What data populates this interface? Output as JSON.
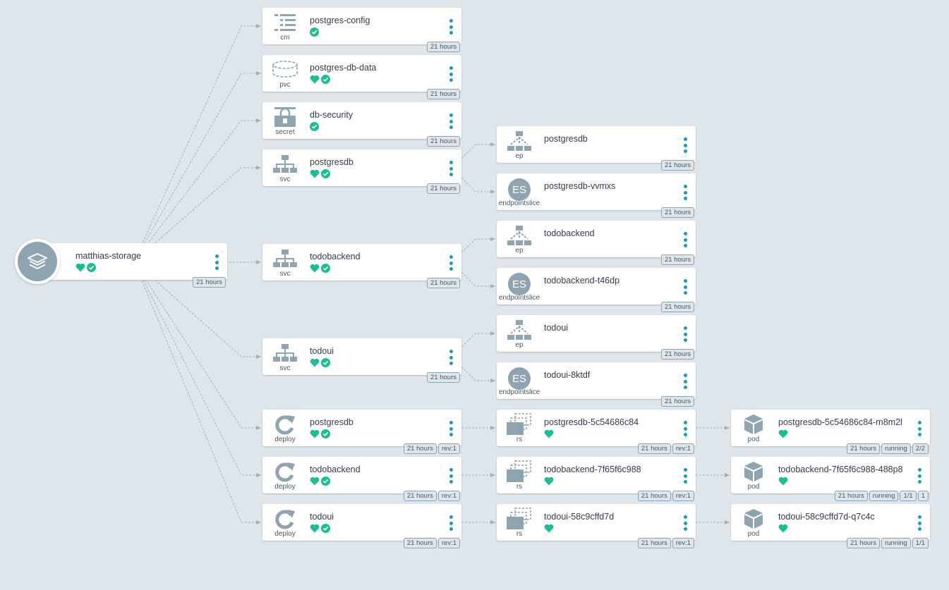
{
  "colors": {
    "background": "#dee6eb",
    "icon": "#8fa4b1",
    "health": "#18be94",
    "menu_dots": "#11a0b6",
    "edge": "#a3b0b8"
  },
  "app": {
    "name": "matthias-storage",
    "icon": "layers-icon",
    "health": true,
    "synced": true,
    "tags": [
      "21 hours"
    ]
  },
  "nodes": {
    "cm": {
      "kind": "cm",
      "title": "postgres-config",
      "icon": "config-map-icon",
      "health": false,
      "synced": true,
      "tags": [
        "21 hours"
      ]
    },
    "pvc": {
      "kind": "pvc",
      "title": "postgres-db-data",
      "icon": "volume-icon",
      "health": true,
      "synced": true,
      "tags": [
        "21 hours"
      ]
    },
    "secret": {
      "kind": "secret",
      "title": "db-security",
      "icon": "secret-icon",
      "health": false,
      "synced": true,
      "tags": [
        "21 hours"
      ]
    },
    "svc_postgresdb": {
      "kind": "svc",
      "title": "postgresdb",
      "icon": "network-icon",
      "health": true,
      "synced": true,
      "tags": [
        "21 hours"
      ]
    },
    "svc_todobackend": {
      "kind": "svc",
      "title": "todobackend",
      "icon": "network-icon",
      "health": true,
      "synced": true,
      "tags": [
        "21 hours"
      ]
    },
    "svc_todoui": {
      "kind": "svc",
      "title": "todoui",
      "icon": "network-icon",
      "health": true,
      "synced": true,
      "tags": [
        "21 hours"
      ]
    },
    "deploy_postgresdb": {
      "kind": "deploy",
      "title": "postgresdb",
      "icon": "redo-icon",
      "health": true,
      "synced": true,
      "tags": [
        "21 hours",
        "rev:1"
      ]
    },
    "deploy_todobackend": {
      "kind": "deploy",
      "title": "todobackend",
      "icon": "redo-icon",
      "health": true,
      "synced": true,
      "tags": [
        "21 hours",
        "rev:1"
      ]
    },
    "deploy_todoui": {
      "kind": "deploy",
      "title": "todoui",
      "icon": "redo-icon",
      "health": true,
      "synced": true,
      "tags": [
        "21 hours",
        "rev:1"
      ]
    },
    "ep_postgresdb": {
      "kind": "ep",
      "title": "postgresdb",
      "icon": "endpoints-icon",
      "health": false,
      "synced": false,
      "tags": [
        "21 hours"
      ]
    },
    "es_postgresdb": {
      "kind": "endpointslice",
      "title": "postgresdb-vvmxs",
      "icon": "es-icon",
      "badge": "ES",
      "health": false,
      "synced": false,
      "tags": [
        "21 hours"
      ]
    },
    "ep_todobackend": {
      "kind": "ep",
      "title": "todobackend",
      "icon": "endpoints-icon",
      "health": false,
      "synced": false,
      "tags": [
        "21 hours"
      ]
    },
    "es_todobackend": {
      "kind": "endpointslice",
      "title": "todobackend-t46dp",
      "icon": "es-icon",
      "badge": "ES",
      "health": false,
      "synced": false,
      "tags": [
        "21 hours"
      ]
    },
    "ep_todoui": {
      "kind": "ep",
      "title": "todoui",
      "icon": "endpoints-icon",
      "health": false,
      "synced": false,
      "tags": [
        "21 hours"
      ]
    },
    "es_todoui": {
      "kind": "endpointslice",
      "title": "todoui-8ktdf",
      "icon": "es-icon",
      "badge": "ES",
      "health": false,
      "synced": false,
      "tags": [
        "21 hours"
      ]
    },
    "rs_postgresdb": {
      "kind": "rs",
      "title": "postgresdb-5c54686c84",
      "icon": "replicaset-icon",
      "health": true,
      "synced": false,
      "tags": [
        "21 hours",
        "rev:1"
      ]
    },
    "rs_todobackend": {
      "kind": "rs",
      "title": "todobackend-7f65f6c988",
      "icon": "replicaset-icon",
      "health": true,
      "synced": false,
      "tags": [
        "21 hours",
        "rev:1"
      ]
    },
    "rs_todoui": {
      "kind": "rs",
      "title": "todoui-58c9cffd7d",
      "icon": "replicaset-icon",
      "health": true,
      "synced": false,
      "tags": [
        "21 hours",
        "rev:1"
      ]
    },
    "pod_postgresdb": {
      "kind": "pod",
      "title": "postgresdb-5c54686c84-m8m2l",
      "icon": "cube-icon",
      "health": true,
      "synced": false,
      "tags": [
        "21 hours",
        "running",
        "2/2"
      ]
    },
    "pod_todobackend": {
      "kind": "pod",
      "title": "todobackend-7f65f6c988-488p8",
      "icon": "cube-icon",
      "health": true,
      "synced": false,
      "tags": [
        "21 hours",
        "running",
        "1/1",
        "1"
      ]
    },
    "pod_todoui": {
      "kind": "pod",
      "title": "todoui-58c9cffd7d-q7c4c",
      "icon": "cube-icon",
      "health": true,
      "synced": false,
      "tags": [
        "21 hours",
        "running",
        "1/1"
      ]
    }
  },
  "edges": [
    [
      "app",
      "cm"
    ],
    [
      "app",
      "pvc"
    ],
    [
      "app",
      "secret"
    ],
    [
      "app",
      "svc_postgresdb"
    ],
    [
      "app",
      "svc_todobackend"
    ],
    [
      "app",
      "svc_todoui"
    ],
    [
      "app",
      "deploy_postgresdb"
    ],
    [
      "app",
      "deploy_todobackend"
    ],
    [
      "app",
      "deploy_todoui"
    ],
    [
      "svc_postgresdb",
      "ep_postgresdb"
    ],
    [
      "svc_postgresdb",
      "es_postgresdb"
    ],
    [
      "svc_todobackend",
      "ep_todobackend"
    ],
    [
      "svc_todobackend",
      "es_todobackend"
    ],
    [
      "svc_todoui",
      "ep_todoui"
    ],
    [
      "svc_todoui",
      "es_todoui"
    ],
    [
      "deploy_postgresdb",
      "rs_postgresdb"
    ],
    [
      "deploy_todobackend",
      "rs_todobackend"
    ],
    [
      "deploy_todoui",
      "rs_todoui"
    ],
    [
      "rs_postgresdb",
      "pod_postgresdb"
    ],
    [
      "rs_todobackend",
      "pod_todobackend"
    ],
    [
      "rs_todoui",
      "pod_todoui"
    ]
  ]
}
